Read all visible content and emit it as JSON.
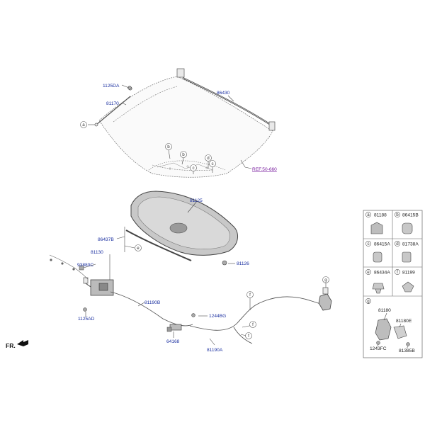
{
  "part_labels": {
    "p86430": "86430",
    "p1125DA_top": "1125DA",
    "p81170": "81170",
    "ref": "REF.50-660",
    "p81125": "81125",
    "p86437B": "86437B",
    "p81130": "81130",
    "p93880C": "93880C",
    "p81126": "81126",
    "p81190B": "81190B",
    "p1125AD": "1125AD",
    "p1244BG": "1244BG",
    "p64168": "64168",
    "p81190A": "81190A",
    "fr": "FR."
  },
  "callouts": {
    "a": "a",
    "b": "b",
    "c": "c",
    "d": "d",
    "e": "e",
    "f": "f",
    "g": "g"
  },
  "legend": {
    "cells": [
      {
        "letter": "a",
        "part": "81188"
      },
      {
        "letter": "b",
        "part": "86415B"
      },
      {
        "letter": "c",
        "part": "86415A"
      },
      {
        "letter": "d",
        "part": "81738A"
      },
      {
        "letter": "e",
        "part": "86434A"
      },
      {
        "letter": "f",
        "part": "81199"
      }
    ],
    "g_letter": "g",
    "g_parts": {
      "main": "81180",
      "sub": "81180E",
      "bolt": "1243FC",
      "nut": "81385B"
    }
  }
}
